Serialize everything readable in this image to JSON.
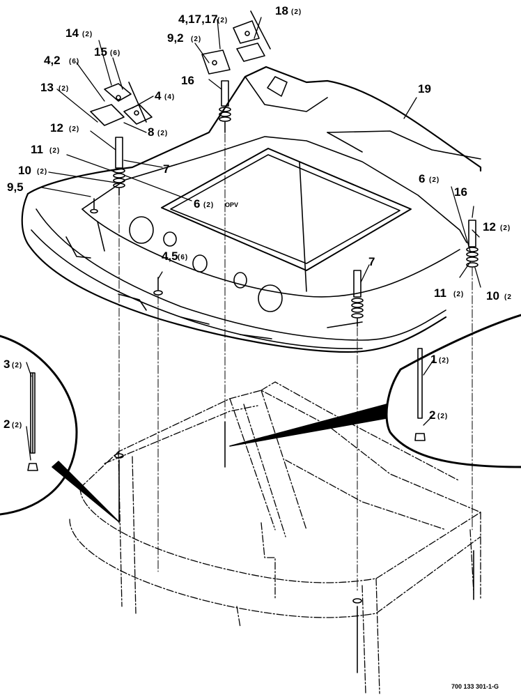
{
  "callouts": {
    "c1": {
      "num": "1",
      "qty": "(2)"
    },
    "c2a": {
      "num": "2",
      "qty": "(2)"
    },
    "c2b": {
      "num": "2",
      "qty": "(2)"
    },
    "c3": {
      "num": "3",
      "qty": "(2)"
    },
    "c4a": {
      "num": "4",
      "qty": "(4)"
    },
    "c4_2": {
      "num": "4,2",
      "qty": "(6)"
    },
    "c4_5": {
      "num": "4,5",
      "qty": "(6)"
    },
    "c4_17": {
      "num": "4,17,17",
      "qty": "(2)"
    },
    "c6a": {
      "num": "6",
      "qty": "(2)",
      "suffix": "OPV"
    },
    "c6b": {
      "num": "6",
      "qty": "(2)"
    },
    "c7a": {
      "num": "7",
      "qty": ""
    },
    "c7b": {
      "num": "7",
      "qty": ""
    },
    "c8": {
      "num": "8",
      "qty": "(2)"
    },
    "c9_2": {
      "num": "9,2",
      "qty": "(2)"
    },
    "c9_5": {
      "num": "9,5",
      "qty": ""
    },
    "c10a": {
      "num": "10",
      "qty": "(2)"
    },
    "c10b": {
      "num": "10",
      "qty": "(2"
    },
    "c11a": {
      "num": "11",
      "qty": "(2)"
    },
    "c11b": {
      "num": "11",
      "qty": "(2)"
    },
    "c12a": {
      "num": "12",
      "qty": "(2)"
    },
    "c12b": {
      "num": "12",
      "qty": "(2)"
    },
    "c13": {
      "num": "13",
      "qty": "(2)"
    },
    "c14": {
      "num": "14",
      "qty": "(2)"
    },
    "c15": {
      "num": "15",
      "qty": "(6)"
    },
    "c16a": {
      "num": "16",
      "qty": ""
    },
    "c16b": {
      "num": "16",
      "qty": ""
    },
    "c18": {
      "num": "18",
      "qty": "(2)"
    },
    "c19": {
      "num": "19",
      "qty": ""
    }
  },
  "drawing_ref": "700 133 301-1-G"
}
